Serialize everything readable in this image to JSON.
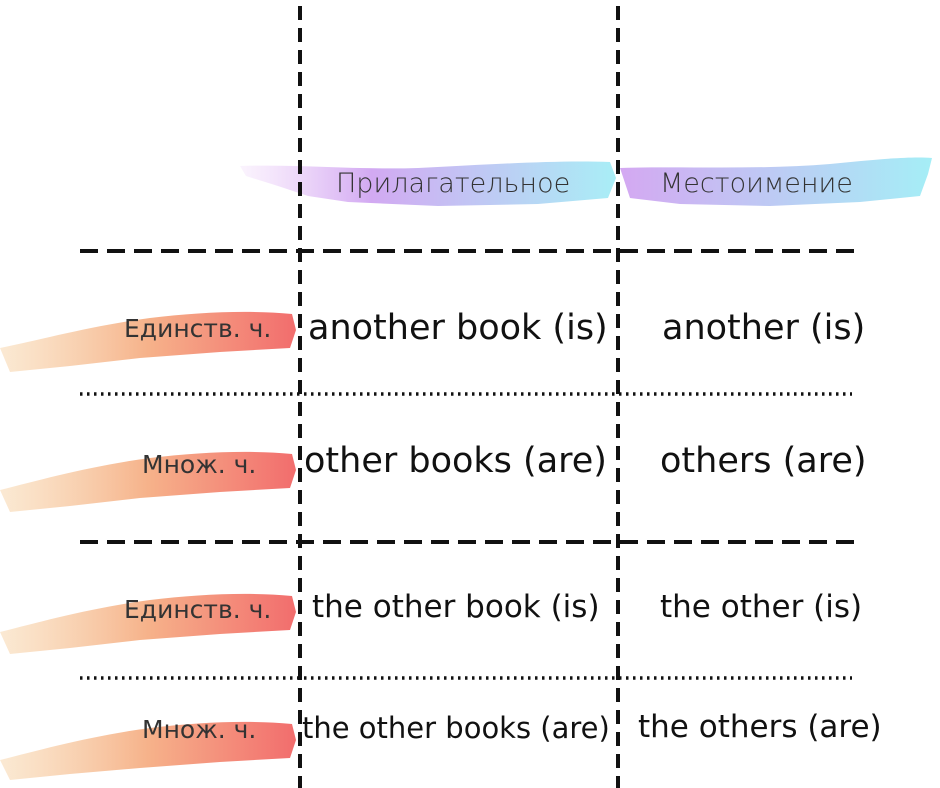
{
  "header": {
    "adjective": "Прилагательное",
    "pronoun": "Местоимение"
  },
  "rows": [
    {
      "label": "Единств. ч.",
      "adjective": "another book (is)",
      "pronoun": "another (is)"
    },
    {
      "label": "Множ. ч.",
      "adjective": "other books (are)",
      "pronoun": "others (are)"
    },
    {
      "label": "Единств. ч.",
      "adjective": "the other book (is)",
      "pronoun": "the other (is)"
    },
    {
      "label": "Множ. ч.",
      "adjective": "the other books (are)",
      "pronoun": "the others (are)"
    }
  ],
  "colors": {
    "header_brush_start": "#d9b4f5",
    "header_brush_end": "#a8eef5",
    "row_brush_start": "#f5c79a",
    "row_brush_end": "#f57575",
    "lines": "#111111"
  }
}
